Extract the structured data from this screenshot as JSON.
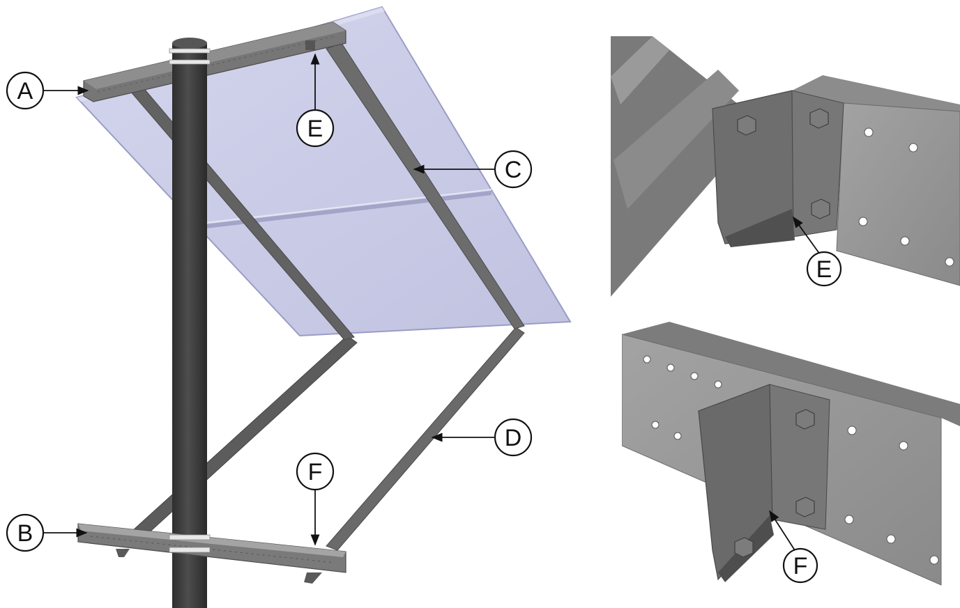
{
  "callouts": {
    "A": "A",
    "B": "B",
    "C": "C",
    "D": "D",
    "E": "E",
    "F": "F",
    "detail_top_label": "E",
    "detail_bottom_label": "F"
  },
  "colors": {
    "panel_fill": "#c9cbe6",
    "panel_edge": "#9a9cc4",
    "steel": "#6e6e6e",
    "steel_dark": "#4a4a4a",
    "steel_light": "#8c8c8c",
    "pole": "#3f3f3f",
    "detail_face": "#9a9a9a",
    "detail_top": "#7d7d7d",
    "detail_shadow": "#5e5e5e"
  }
}
